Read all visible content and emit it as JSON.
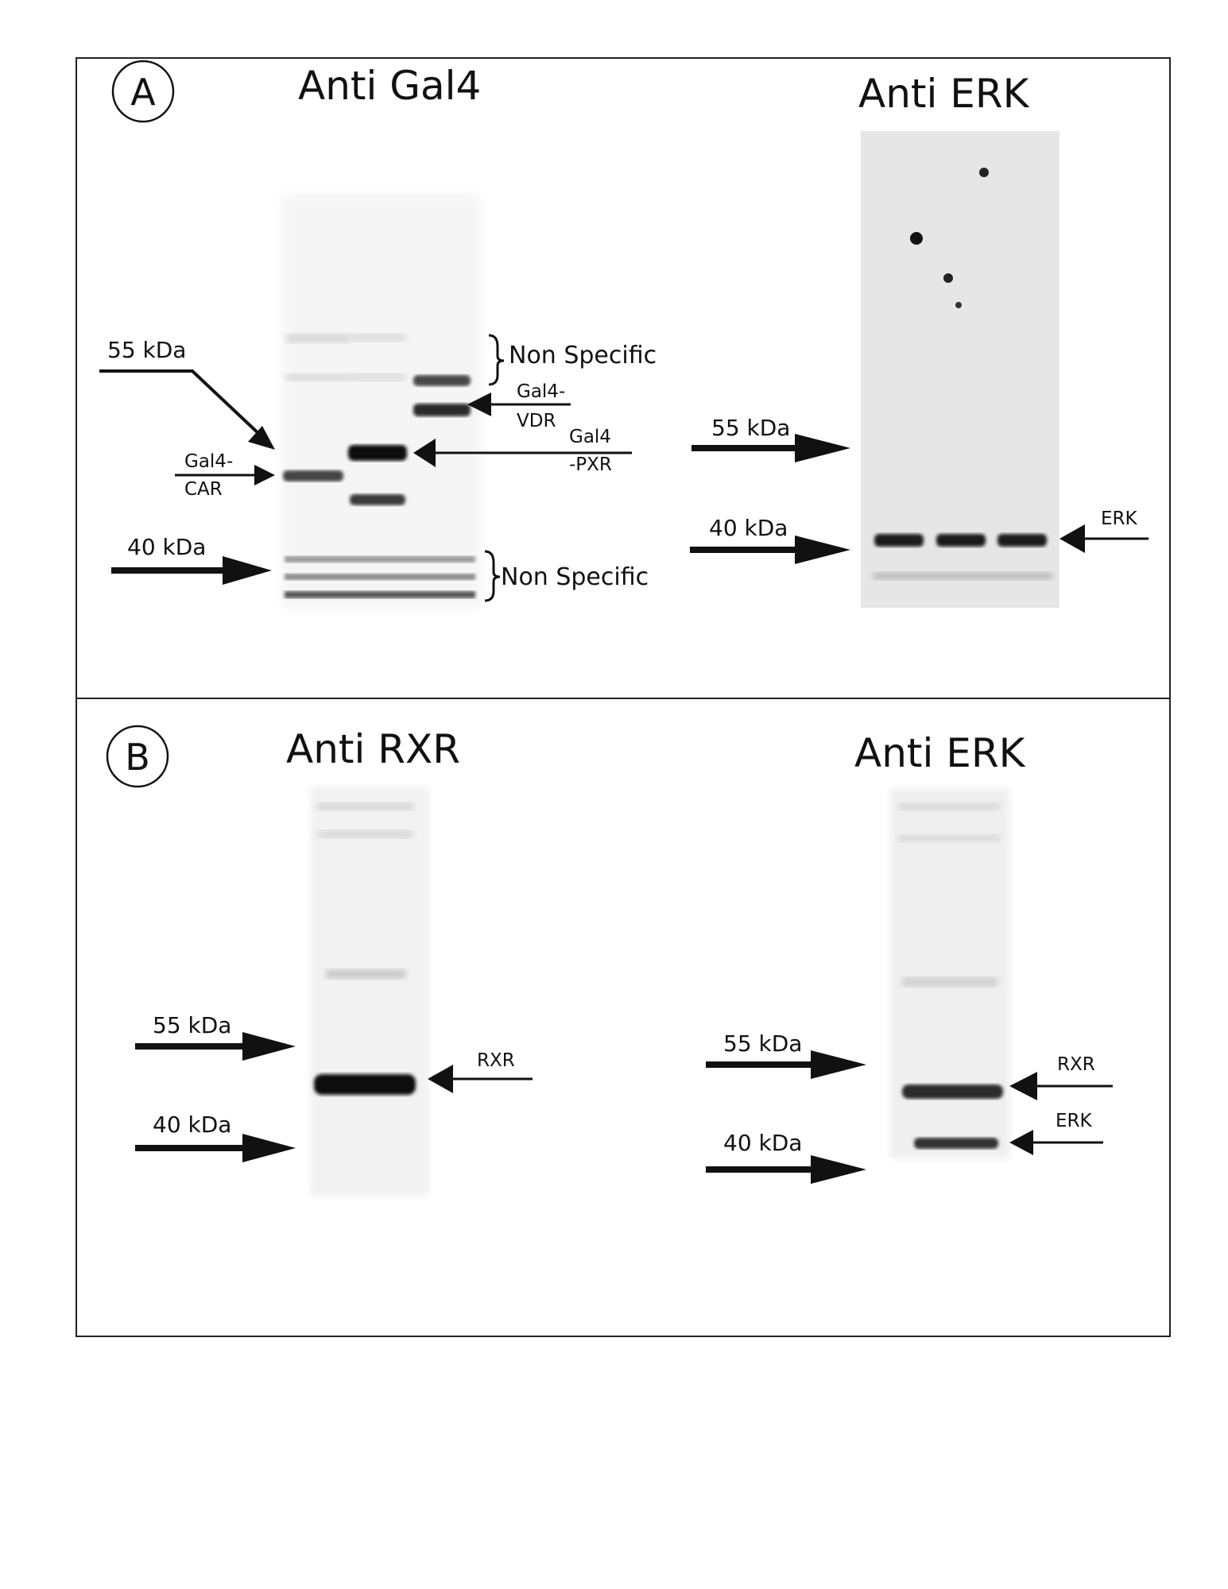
{
  "panel_a": {
    "letter": "A",
    "left_blot": {
      "title": "Anti Gal4",
      "marker_55": "55 kDa",
      "marker_40": "40 kDa",
      "label_car_1": "Gal4-",
      "label_car_2": "CAR",
      "label_pxr_1": "Gal4",
      "label_pxr_2": "-PXR",
      "label_vdr_1": "Gal4-",
      "label_vdr_2": "VDR",
      "nonspecific_top": "Non Specific",
      "nonspecific_bottom": "Non Specific"
    },
    "right_blot": {
      "title": "Anti ERK",
      "marker_55": "55 kDa",
      "marker_40": "40 kDa",
      "label_erk": "ERK"
    }
  },
  "panel_b": {
    "letter": "B",
    "left_blot": {
      "title": "Anti RXR",
      "marker_55": "55 kDa",
      "marker_40": "40 kDa",
      "label_rxr": "RXR"
    },
    "right_blot": {
      "title": "Anti ERK",
      "marker_55": "55 kDa",
      "marker_40": "40 kDa",
      "label_rxr": "RXR",
      "label_erk": "ERK"
    }
  },
  "colors": {
    "ink": "#111111",
    "membrane": "#f4f4f4"
  }
}
